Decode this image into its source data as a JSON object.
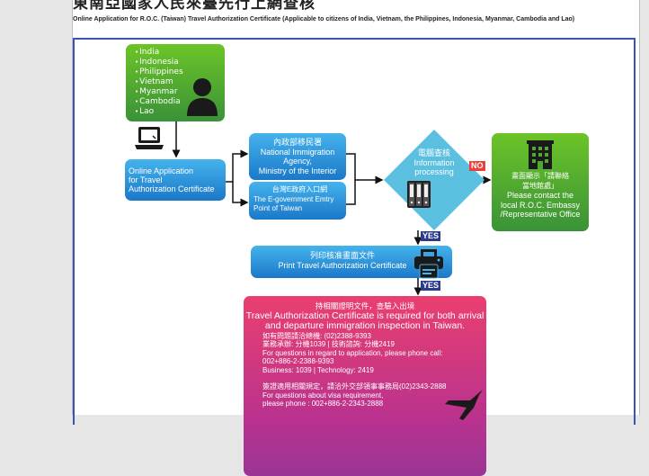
{
  "header": {
    "title": "東南亞國家人民來臺先行上網查核",
    "subtitle": "Online Application for R.O.C. (Taiwan) Travel Authorization Certificate (Applicable to citizens of India, Vietnam, the Philippines, Indonesia, Myanmar, Cambodia and Lao)"
  },
  "flow": {
    "countries": [
      "India",
      "Indonesia",
      "Philippines",
      "Vietnam",
      "Myanmar",
      "Cambodia",
      "Lao"
    ],
    "online_application": [
      "Online Application",
      "for Travel",
      "Authorization Certificate"
    ],
    "agency": {
      "zh": "內政部移民署",
      "en1": "National Immigration",
      "en2": "Agency,",
      "en3": "Ministry of the Interior"
    },
    "egov": {
      "zh": "台灣E政府入口網",
      "en1": "The E-government Emtry",
      "en2": "Point of Taiwan"
    },
    "processing": {
      "zh": "電腦查核",
      "en1": "Information",
      "en2": "processing"
    },
    "no_label": "NO",
    "yes_label": "YES",
    "contact": {
      "zh1": "畫面顯示「請聯絡",
      "zh2": "當地館處」",
      "en1": "Please contact the",
      "en2": "local R.O.C. Embassy",
      "en3": "/Representative Office"
    },
    "print": {
      "zh": "列印核准畫面文件",
      "en": "Print Travel Authorization Certificate"
    },
    "info": {
      "zh_head": "持相關證明文件，查驗入出境",
      "en_head1": "Travel Authorization Certificate is required for both arrival",
      "en_head2": "and departure immigration inspection in Taiwan.",
      "zh_phone": "如有問題請洽總機: (02)2388-9393",
      "zh_ext": "業務承辦: 分機1039 | 技術諮詢: 分機2419",
      "en_q": "For questions in regard to application, please phone call:",
      "en_phone": "002+886-2-2388-9393",
      "en_ext": "Business: 1039 | Technology: 2419",
      "zh_visa": "簽證適用相關規定，請洽外交部領事事務局(02)2343-2888",
      "en_visa1": "For questions about visa requirement,",
      "en_visa2": "please phone : 002+886-2-2343-2888"
    }
  },
  "colors": {
    "frame_border": "#3f51b5",
    "green": "#4fa82f",
    "blue": "#2a8edb",
    "diamond": "#5bbfe0",
    "pink": "#d83a7a",
    "no_tag": "#e8413c",
    "yes_tag": "#2a3a8c"
  }
}
